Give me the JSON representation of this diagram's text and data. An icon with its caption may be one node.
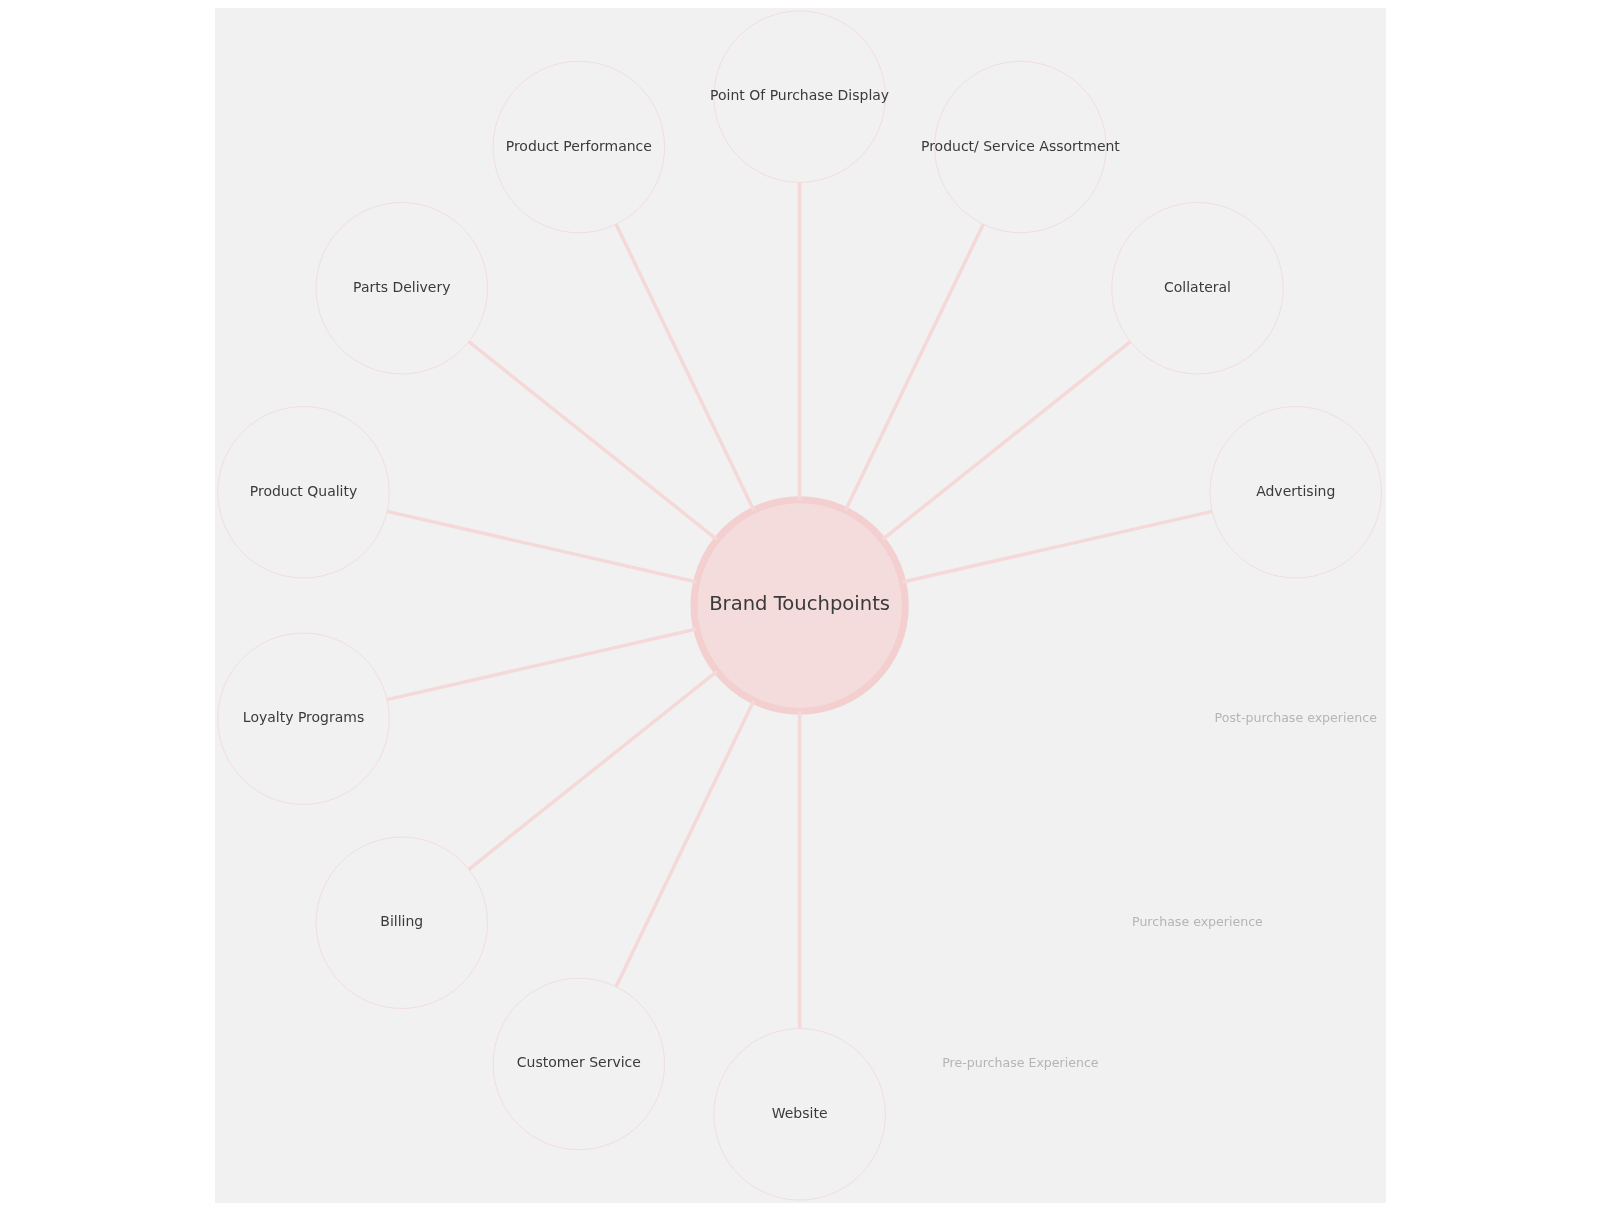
{
  "diagram": {
    "nodes": [
      {
        "text": [
          "Brand Touchpoints"
        ]
      },
      {
        "text": [
          "Advertising"
        ]
      },
      {
        "text": [
          "Collateral"
        ]
      },
      {
        "text": [
          "Product/ Service Assortment"
        ]
      },
      {
        "text": [
          "Point Of Purchase Display"
        ]
      },
      {
        "text": [
          "Product Performance"
        ]
      },
      {
        "text": [
          "Parts Delivery"
        ]
      },
      {
        "text": [
          "Product Quality"
        ]
      },
      {
        "text": [
          "Loyalty Programs"
        ]
      },
      {
        "text": [
          "Billing"
        ]
      },
      {
        "text": [
          "Customer Service"
        ]
      },
      {
        "text": [
          "Website"
        ]
      }
    ],
    "edges": [
      {
        "from": 0,
        "to": 1,
        "arrow": "none"
      },
      {
        "from": 0,
        "to": 2,
        "arrow": "none"
      },
      {
        "from": 0,
        "to": 3,
        "arrow": "none"
      },
      {
        "from": 0,
        "to": 4,
        "arrow": "none"
      },
      {
        "from": 0,
        "to": 5,
        "arrow": "none"
      },
      {
        "from": 0,
        "to": 6,
        "arrow": "none"
      },
      {
        "from": 0,
        "to": 7,
        "arrow": "none"
      },
      {
        "from": 0,
        "to": 8,
        "arrow": "none"
      },
      {
        "from": 0,
        "to": 9,
        "arrow": "none"
      },
      {
        "from": 0,
        "to": 10,
        "arrow": "none"
      },
      {
        "from": 0,
        "to": 11,
        "arrow": "none"
      }
    ],
    "labels": [
      "Pre-purchase Experience",
      "Purchase experience",
      "Post-purchase experience"
    ]
  }
}
